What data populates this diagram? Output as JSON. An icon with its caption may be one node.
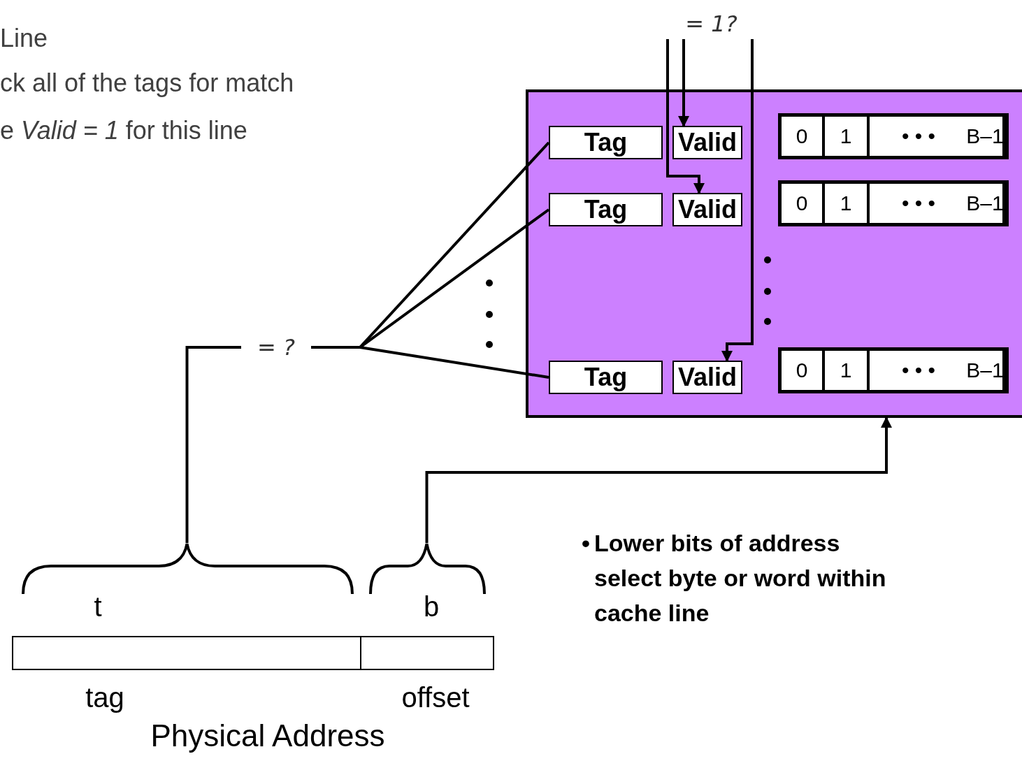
{
  "diagram": {
    "nodes": [
      {
        "text": [],
        "shape": "box"
      },
      {
        "text": [
          "Tag"
        ],
        "in": 0
      },
      {
        "text": [
          "Valid"
        ],
        "in": 0
      },
      {
        "text": [],
        "shape": "box",
        "in": 0
      },
      {
        "text": [
          "0"
        ],
        "in": 3
      },
      {
        "text": [
          "1"
        ],
        "in": 3
      },
      {
        "text": [
          "• • •"
        ],
        "in": 3
      },
      {
        "text": [
          "B–1"
        ],
        "in": 3
      },
      {
        "text": [
          "Tag"
        ],
        "in": 0
      },
      {
        "text": [
          "Valid"
        ],
        "in": 0
      },
      {
        "text": [],
        "shape": "box",
        "in": 0
      },
      {
        "text": [
          "0"
        ],
        "in": 10
      },
      {
        "text": [
          "1"
        ],
        "in": 10
      },
      {
        "text": [
          "• • •"
        ],
        "in": 10
      },
      {
        "text": [
          "B–1"
        ],
        "in": 10
      },
      {
        "text": [
          "Tag"
        ],
        "in": 0
      },
      {
        "text": [
          "Valid"
        ],
        "in": 0
      },
      {
        "text": [],
        "shape": "box",
        "in": 0
      },
      {
        "text": [
          "0"
        ],
        "in": 17
      },
      {
        "text": [
          "1"
        ],
        "in": 17
      },
      {
        "text": [
          "• • •"
        ],
        "in": 17
      },
      {
        "text": [
          "B–1"
        ],
        "in": 17
      },
      {
        "text": [],
        "shape": "box",
        "beside": [
          "Physical Address"
        ]
      },
      {
        "text": [],
        "shape": "box",
        "in": 22,
        "beside": [
          "t",
          "tag"
        ]
      },
      {
        "text": [],
        "shape": "box",
        "in": 22,
        "beside": [
          "b",
          "offset"
        ]
      },
      {
        "text": [
          "= ?"
        ]
      },
      {
        "text": [
          "= 1?"
        ]
      }
    ],
    "edges": [
      {
        "from": 25,
        "to": 1,
        "arrow": "none"
      },
      {
        "from": 25,
        "to": 8,
        "arrow": "none"
      },
      {
        "from": 25,
        "to": 15,
        "arrow": "none"
      },
      {
        "from": 26,
        "to": 2,
        "arrow": "to"
      },
      {
        "from": 26,
        "to": 9,
        "arrow": "to"
      },
      {
        "from": 26,
        "to": 16,
        "arrow": "to"
      },
      {
        "from": 23,
        "to": 25,
        "arrow": "none"
      },
      {
        "from": 24,
        "to": 0,
        "arrow": "to"
      }
    ],
    "labels": [
      "Line",
      "ck all of the tags for match",
      "e *Valid = 1* for this line",
      "•",
      "Lower bits of address select byte or word within cache line"
    ]
  }
}
